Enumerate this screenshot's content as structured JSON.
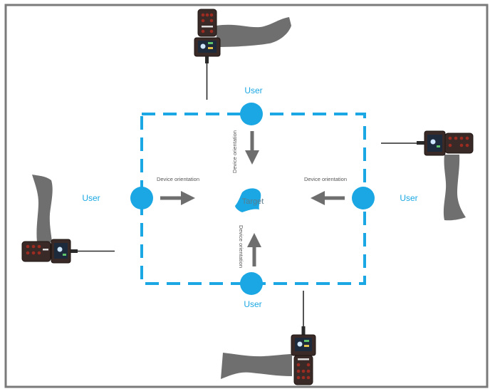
{
  "colors": {
    "accent": "#1aa7e3",
    "arrow": "#6e6e6e",
    "arm": "#6f6f6f",
    "frame": "#7a7a7a",
    "device_body": "#3a2a27",
    "device_trim": "#9c2b22",
    "orientation_text": "#555555"
  },
  "labels": {
    "user_top": "User",
    "user_left": "User",
    "user_right": "User",
    "user_bottom": "User",
    "orientation_top": "Device orientation",
    "orientation_left": "Device orientation",
    "orientation_right": "Device orientation",
    "orientation_bottom": "Device orientation",
    "target": "Target"
  },
  "icons": {
    "device": "handheld-detector-icon",
    "arm": "arm-icon",
    "target": "target-marker-icon"
  }
}
